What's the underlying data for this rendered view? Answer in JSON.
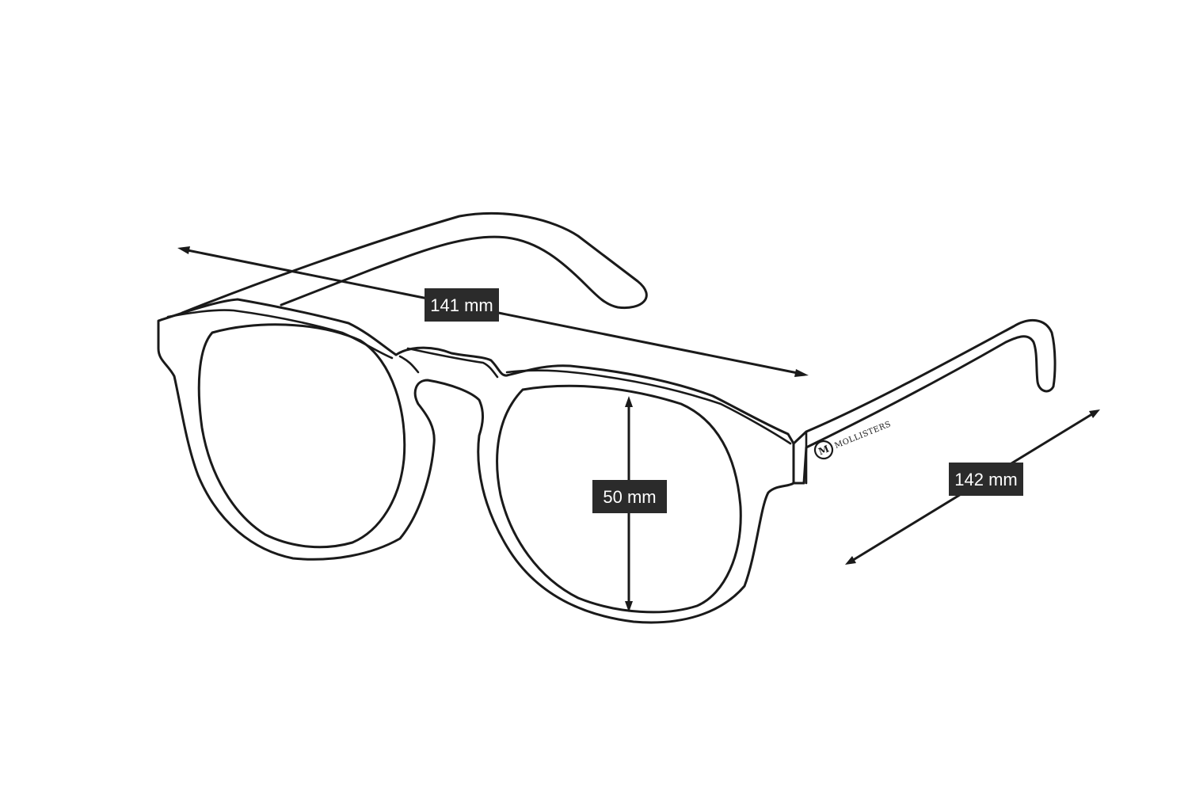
{
  "diagram": {
    "line_color": "#1a1a1a",
    "label_background": "#2b2b2b",
    "label_text_color": "#ffffff",
    "brand_logo_text": "MOLLISTERS",
    "brand_logo_initial": "M"
  },
  "dimensions": {
    "frame_width": "141 mm",
    "lens_height": "50 mm",
    "temple_length": "142 mm"
  }
}
